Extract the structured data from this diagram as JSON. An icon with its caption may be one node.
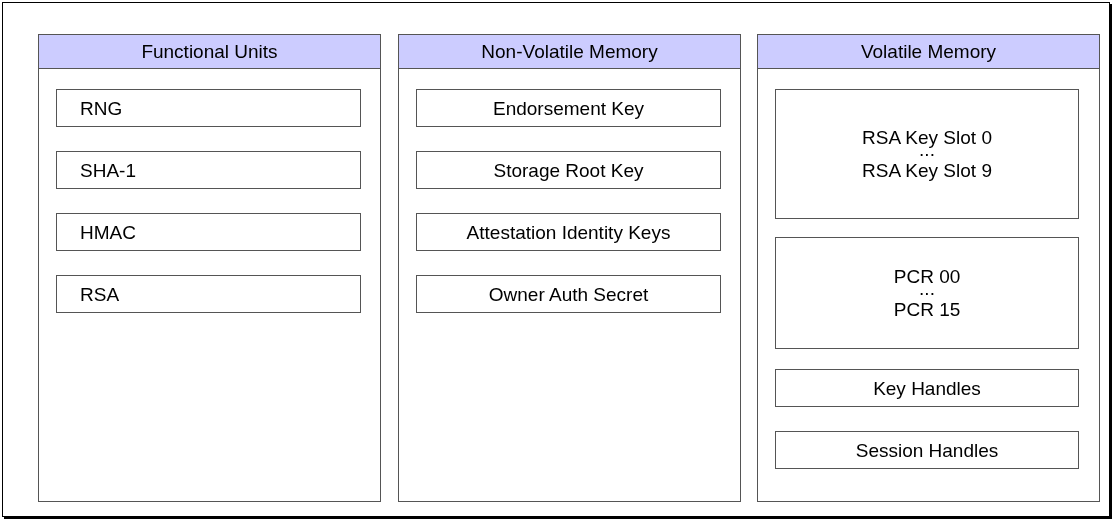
{
  "diagram": {
    "nodes": [
      {
        "text": [],
        "shape": "box"
      },
      {
        "text": [
          "Functional Units"
        ],
        "in": 0
      },
      {
        "text": [
          "RNG"
        ],
        "in": 1
      },
      {
        "text": [
          "SHA-1"
        ],
        "in": 1
      },
      {
        "text": [
          "HMAC"
        ],
        "in": 1
      },
      {
        "text": [
          "RSA"
        ],
        "in": 1
      },
      {
        "text": [
          "Non-Volatile Memory"
        ],
        "in": 0
      },
      {
        "text": [
          "Endorsement Key"
        ],
        "in": 6
      },
      {
        "text": [
          "Storage Root Key"
        ],
        "in": 6
      },
      {
        "text": [
          "Attestation Identity Keys"
        ],
        "in": 6
      },
      {
        "text": [
          "Owner Auth Secret"
        ],
        "in": 6
      },
      {
        "text": [
          "Volatile Memory"
        ],
        "in": 0
      },
      {
        "text": [
          "RSA Key Slot 0",
          "...",
          "RSA Key Slot 9"
        ],
        "in": 11
      },
      {
        "text": [
          "PCR 00",
          "...",
          "PCR 15"
        ],
        "in": 11
      },
      {
        "text": [
          "Key Handles"
        ],
        "in": 11
      },
      {
        "text": [
          "Session Handles"
        ],
        "in": 11
      }
    ]
  }
}
